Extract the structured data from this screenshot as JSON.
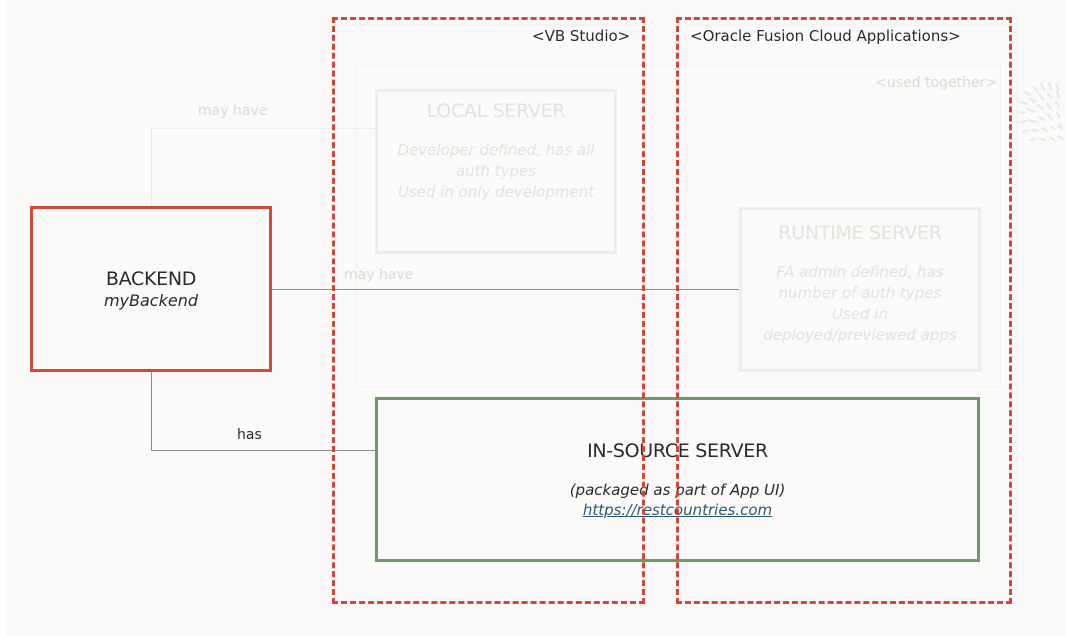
{
  "regions": {
    "vb_studio": {
      "label": "<VB Studio>"
    },
    "fusion_cloud": {
      "label": "<Oracle Fusion Cloud Applications>"
    }
  },
  "group": {
    "label": "<used together>"
  },
  "nodes": {
    "backend": {
      "title": "BACKEND",
      "subtitle": "myBackend"
    },
    "local_server": {
      "title": "LOCAL SERVER",
      "lines": [
        "Developer defined, has all",
        "auth types",
        "Used in only development"
      ]
    },
    "runtime_server": {
      "title": "RUNTIME SERVER",
      "lines": [
        "FA admin defined, has",
        "number of auth types",
        "Used in",
        "deployed/previewed apps"
      ]
    },
    "insource_server": {
      "title": "IN-SOURCE SERVER",
      "note": "(packaged as part of App UI)",
      "url": "https://restcountries.com"
    }
  },
  "edges": {
    "to_local": {
      "label": "may have"
    },
    "to_runtime": {
      "label": "may have"
    },
    "to_insource": {
      "label": "has"
    }
  },
  "colors": {
    "region_border": "#d0463b",
    "backend_border": "#cf4a3c",
    "insource_border": "#6f9a68",
    "link": "#2a5b73",
    "background": "#fbfaf8"
  }
}
